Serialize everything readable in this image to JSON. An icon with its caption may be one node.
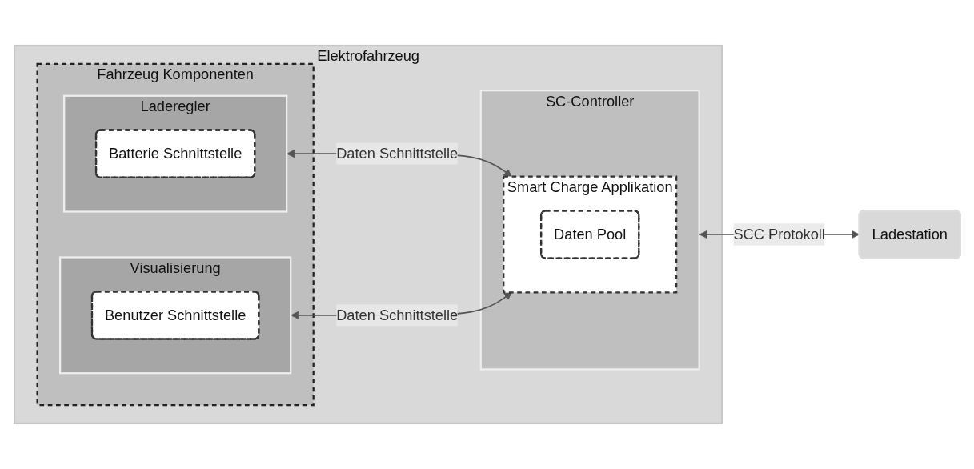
{
  "diagram": {
    "nodes": [
      {
        "text": [
          "Elektrofahrzeug"
        ]
      },
      {
        "text": [
          "Fahrzeug Komponenten"
        ],
        "in": 0
      },
      {
        "text": [
          "Laderegler"
        ],
        "in": 1
      },
      {
        "text": [
          "Batterie Schnittstelle"
        ],
        "in": 2
      },
      {
        "text": [
          "Visualisierung"
        ],
        "in": 1
      },
      {
        "text": [
          "Benutzer Schnittstelle"
        ],
        "in": 4
      },
      {
        "text": [
          "SC-Controller"
        ],
        "in": 0
      },
      {
        "text": [
          "Smart Charge Applikation"
        ],
        "in": 6
      },
      {
        "text": [
          "Daten Pool"
        ],
        "in": 7
      },
      {
        "text": [
          "Ladestation"
        ]
      }
    ],
    "edges": [
      {
        "from": 2,
        "to": 7,
        "arrow": "both",
        "label": "Daten Schnittstelle"
      },
      {
        "from": 4,
        "to": 7,
        "arrow": "both",
        "label": "Daten Schnittstelle"
      },
      {
        "from": 6,
        "to": 9,
        "arrow": "both",
        "label": "SCC Protokoll"
      }
    ]
  }
}
